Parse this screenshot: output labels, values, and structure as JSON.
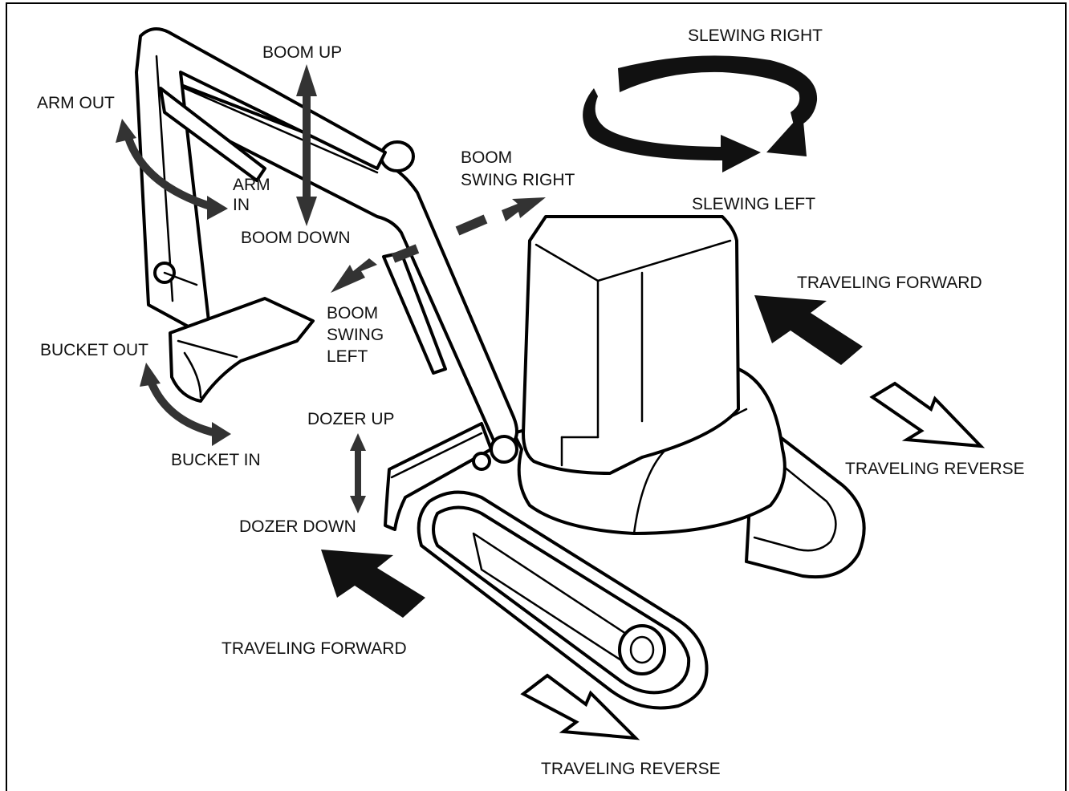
{
  "labels": {
    "boom_up": "BOOM UP",
    "boom_down": "BOOM DOWN",
    "arm_out": "ARM OUT",
    "arm_in_1": "ARM",
    "arm_in_2": "IN",
    "boom_swing_right_1": "BOOM",
    "boom_swing_right_2": "SWING RIGHT",
    "boom_swing_left_1": "BOOM",
    "boom_swing_left_2": "SWING",
    "boom_swing_left_3": "LEFT",
    "slewing_right": "SLEWING RIGHT",
    "slewing_left": "SLEWING LEFT",
    "traveling_forward_right": "TRAVELING FORWARD",
    "traveling_reverse_right": "TRAVELING REVERSE",
    "bucket_out": "BUCKET OUT",
    "bucket_in": "BUCKET IN",
    "dozer_up": "DOZER UP",
    "dozer_down": "DOZER DOWN",
    "traveling_forward_left": "TRAVELING FORWARD",
    "traveling_reverse_bottom": "TRAVELING REVERSE"
  },
  "colors": {
    "line": "#000000",
    "arrow_fill": "#111111",
    "background": "#ffffff"
  }
}
